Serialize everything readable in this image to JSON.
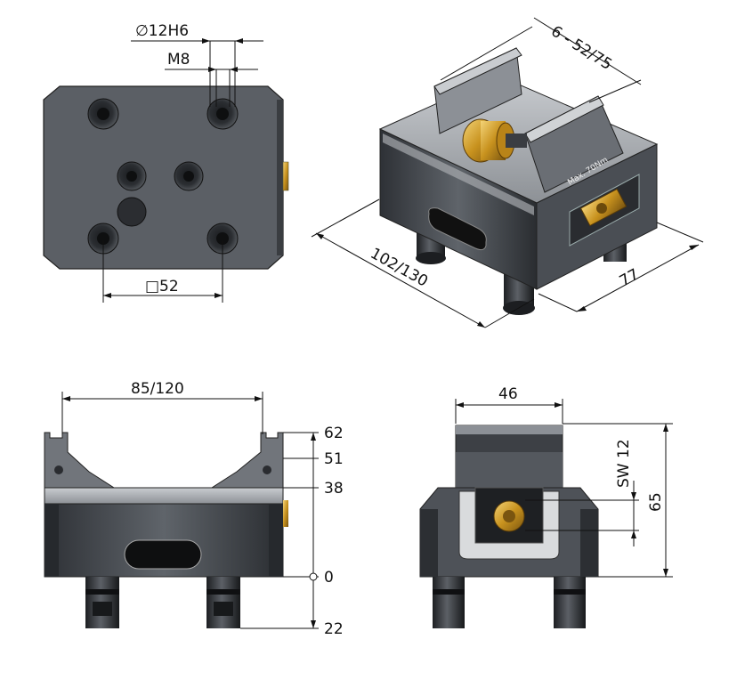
{
  "top_view": {
    "dia_label": "∅12H6",
    "thread_label": "M8",
    "bolt_square_label": "□52"
  },
  "iso_view": {
    "width_label": "102/130",
    "depth_label": "77",
    "jaw_label": "6 - 52/75",
    "jaw_marking": "Max. 70Nm"
  },
  "front_view": {
    "span_label": "85/120",
    "h62": "62",
    "h51": "51",
    "h38": "38",
    "h0": "0",
    "h22": "22"
  },
  "side_view": {
    "width_label": "46",
    "wrench_label": "SW 12",
    "height_label": "65"
  }
}
